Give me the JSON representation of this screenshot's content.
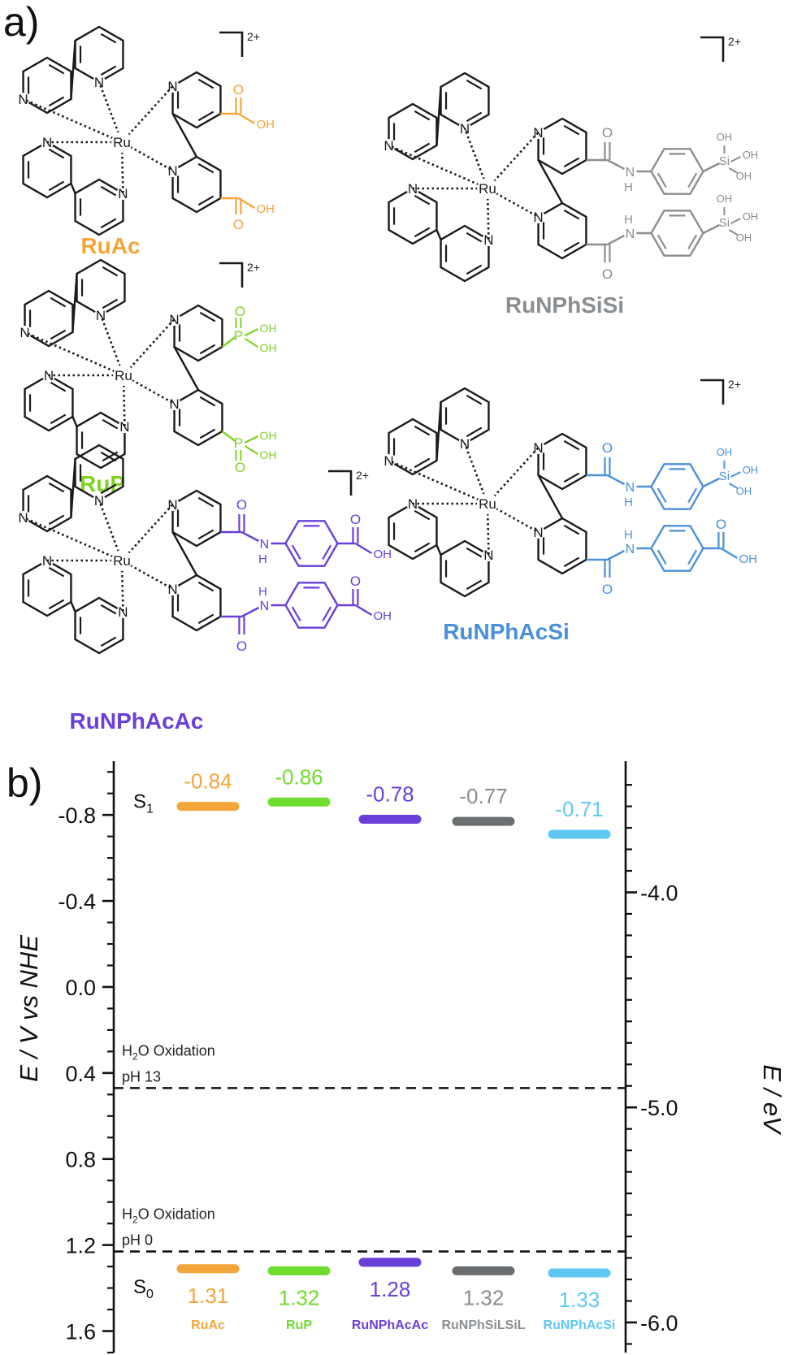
{
  "panel_a": {
    "label": "a)",
    "charge": "2+",
    "compounds": [
      {
        "name": "RuAc",
        "color": "#f4a53a",
        "anchor": "acid"
      },
      {
        "name": "RuNPhSiSi",
        "color": "#8a8e91",
        "anchor": "amide-silanol-silanol"
      },
      {
        "name": "RuP",
        "color": "#7ed321",
        "anchor": "phosphonic"
      },
      {
        "name": "RuNPhAcSi",
        "color": "#4a90d9",
        "anchor": "amide-silanol-acid"
      },
      {
        "name": "RuNPhAcAc",
        "color": "#6a3fd9",
        "anchor": "amide-acid-acid"
      }
    ],
    "atom_labels": {
      "ru": "Ru",
      "n": "N",
      "nh": "N",
      "h": "H",
      "o": "O",
      "oh": "OH",
      "p": "P",
      "si": "Si"
    }
  },
  "panel_b": {
    "label": "b)",
    "s1_label": "S",
    "s1_sub": "1",
    "s0_label": "S",
    "s0_sub": "0",
    "water_lines": [
      {
        "text": "H",
        "sub": "2",
        "rest": "O Oxidation",
        "ph": "pH 13",
        "value": 0.47
      },
      {
        "text": "H",
        "sub": "2",
        "rest": "O Oxidation",
        "ph": "pH 0",
        "value": 1.23
      }
    ]
  },
  "chart_data": {
    "type": "energy-level diagram",
    "xlabel": "",
    "ylabel": "E / V vs NHE",
    "ylabel_right": "E / eV",
    "ylim": [
      1.7,
      -1.05
    ],
    "yticks": [
      -0.8,
      -0.4,
      0.0,
      0.4,
      0.8,
      1.2,
      1.6
    ],
    "ytick_labels": [
      "-0.8",
      "-0.4",
      "0.0",
      "0.4",
      "0.8",
      "1.2",
      "1.6"
    ],
    "right_ticks": [
      -4.0,
      -5.0,
      -6.0
    ],
    "right_tick_labels": [
      "-4.0",
      "-5.0",
      "-6.0"
    ],
    "categories": [
      "RuAc",
      "RuP",
      "RuNPhAcAc",
      "RuNPhSiLSiL",
      "RuNPhAcSi"
    ],
    "series": [
      {
        "name": "S1",
        "values": [
          -0.84,
          -0.86,
          -0.78,
          -0.77,
          -0.71
        ],
        "labels": [
          "-0.84",
          "-0.86",
          "-0.78",
          "-0.77",
          "-0.71"
        ]
      },
      {
        "name": "S0",
        "values": [
          1.31,
          1.32,
          1.28,
          1.32,
          1.33
        ],
        "labels": [
          "1.31",
          "1.32",
          "1.28",
          "1.32",
          "1.33"
        ]
      }
    ],
    "colors": [
      "#f4a53a",
      "#6fdc2e",
      "#6a3fd9",
      "#6b6e70",
      "#5ec8f2"
    ],
    "label_colors": [
      "#f4a53a",
      "#6fdc2e",
      "#6a3fd9",
      "#8a8e91",
      "#5ec8f2"
    ],
    "hlines": [
      0.47,
      1.23
    ]
  }
}
